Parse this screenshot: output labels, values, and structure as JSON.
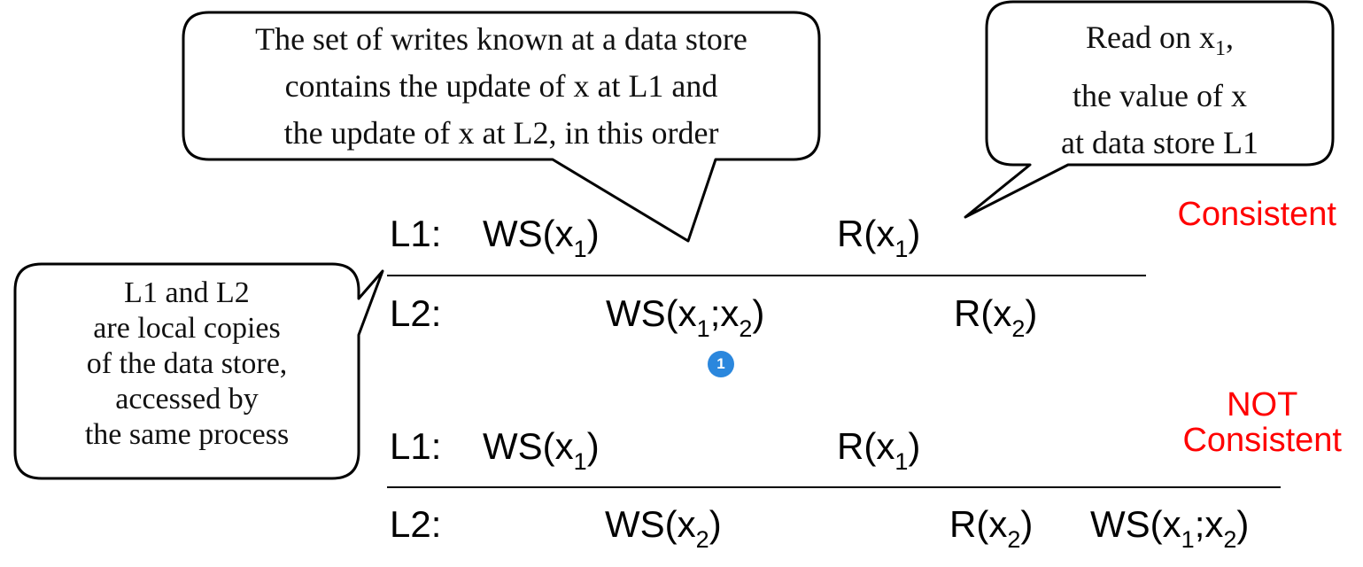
{
  "callouts": {
    "top_middle": {
      "lines": [
        "The set of writes known at a data store",
        "contains the update of x at L1 and",
        "the update of x at L2, in this order"
      ]
    },
    "top_right": {
      "line1_prefix": "Read on x",
      "line1_sub": "1",
      "line1_suffix": ",",
      "line2": "the value of x",
      "line3": "at data store L1"
    },
    "left": {
      "lines": [
        "L1 and L2",
        "are local copies",
        "of the data store,",
        "accessed by",
        "the same process"
      ]
    }
  },
  "scenario_consistent": {
    "status": "Consistent",
    "status_color": "#ff0000",
    "L1": {
      "label": "L1:",
      "op1": {
        "pre": "WS(x",
        "sub1": "1",
        "post": ")"
      },
      "op2": {
        "pre": "R(x",
        "sub1": "1",
        "post": ")"
      }
    },
    "L2": {
      "label": "L2:",
      "op1": {
        "pre": "WS(x",
        "sub1": "1",
        "mid": ";x",
        "sub2": "2",
        "post": ")"
      },
      "op2": {
        "pre": "R(x",
        "sub1": "2",
        "post": ")"
      }
    }
  },
  "scenario_not_consistent": {
    "status_line1": "NOT",
    "status_line2": "Consistent",
    "status_color": "#ff0000",
    "L1": {
      "label": "L1:",
      "op1": {
        "pre": "WS(x",
        "sub1": "1",
        "post": ")"
      },
      "op2": {
        "pre": "R(x",
        "sub1": "1",
        "post": ")"
      }
    },
    "L2": {
      "label": "L2:",
      "op1": {
        "pre": "WS(x",
        "sub1": "2",
        "post": ")"
      },
      "op2": {
        "pre": "R(x",
        "sub1": "2",
        "post": ")"
      },
      "op3": {
        "pre": "WS(x",
        "sub1": "1",
        "mid": ";x",
        "sub2": "2",
        "post": ")"
      }
    }
  },
  "badge": {
    "label": "1",
    "color": "#2b87dd"
  }
}
